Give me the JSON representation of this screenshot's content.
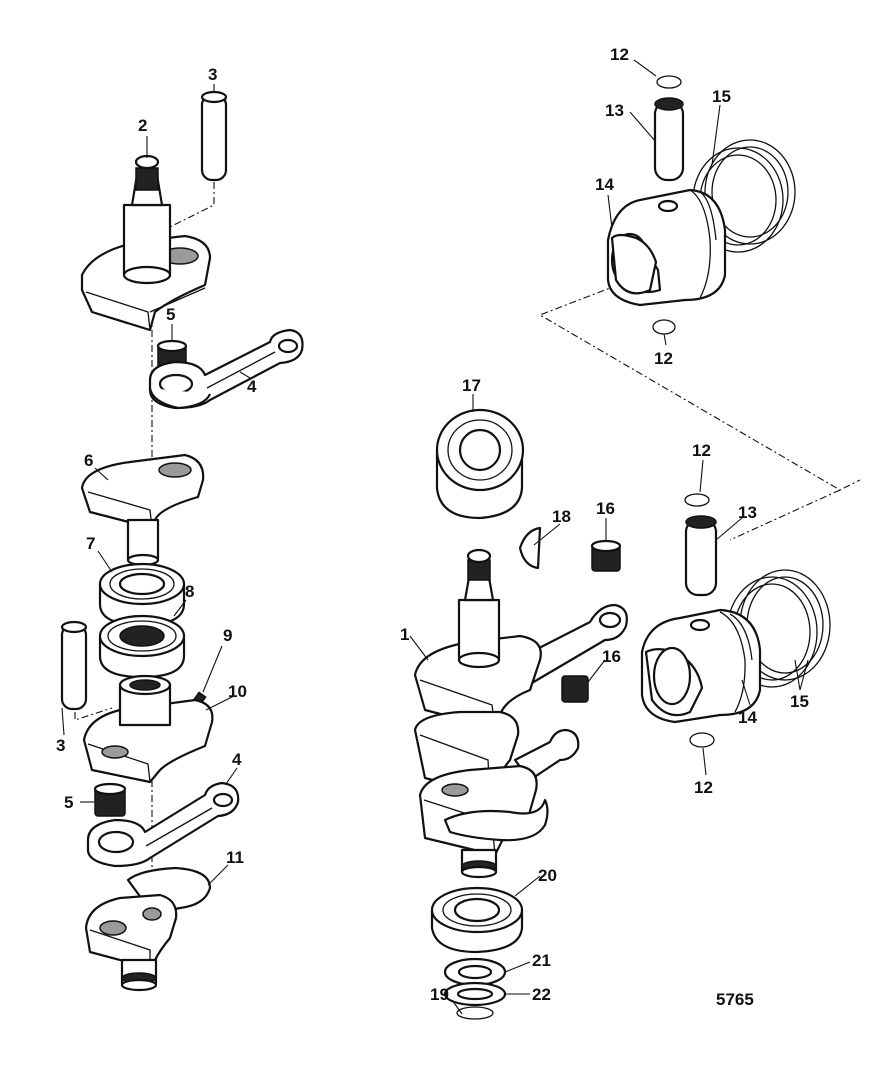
{
  "callouts": [
    {
      "id": "c2",
      "text": "2"
    },
    {
      "id": "c3a",
      "text": "3"
    },
    {
      "id": "c5a",
      "text": "5"
    },
    {
      "id": "c4a",
      "text": "4"
    },
    {
      "id": "c6",
      "text": "6"
    },
    {
      "id": "c7",
      "text": "7"
    },
    {
      "id": "c8",
      "text": "8"
    },
    {
      "id": "c9",
      "text": "9"
    },
    {
      "id": "c10",
      "text": "10"
    },
    {
      "id": "c3b",
      "text": "3"
    },
    {
      "id": "c4b",
      "text": "4"
    },
    {
      "id": "c5b",
      "text": "5"
    },
    {
      "id": "c11",
      "text": "11"
    },
    {
      "id": "c12a",
      "text": "12"
    },
    {
      "id": "c13a",
      "text": "13"
    },
    {
      "id": "c15a",
      "text": "15"
    },
    {
      "id": "c14a",
      "text": "14"
    },
    {
      "id": "c12b",
      "text": "12"
    },
    {
      "id": "c17",
      "text": "17"
    },
    {
      "id": "c12c",
      "text": "12"
    },
    {
      "id": "c18",
      "text": "18"
    },
    {
      "id": "c16a",
      "text": "16"
    },
    {
      "id": "c13b",
      "text": "13"
    },
    {
      "id": "c1",
      "text": "1"
    },
    {
      "id": "c16b",
      "text": "16"
    },
    {
      "id": "c14b",
      "text": "14"
    },
    {
      "id": "c15b",
      "text": "15"
    },
    {
      "id": "c12d",
      "text": "12"
    },
    {
      "id": "c20",
      "text": "20"
    },
    {
      "id": "c21",
      "text": "21"
    },
    {
      "id": "c19",
      "text": "19"
    },
    {
      "id": "c22",
      "text": "22"
    }
  ],
  "diagram_code": "5765"
}
